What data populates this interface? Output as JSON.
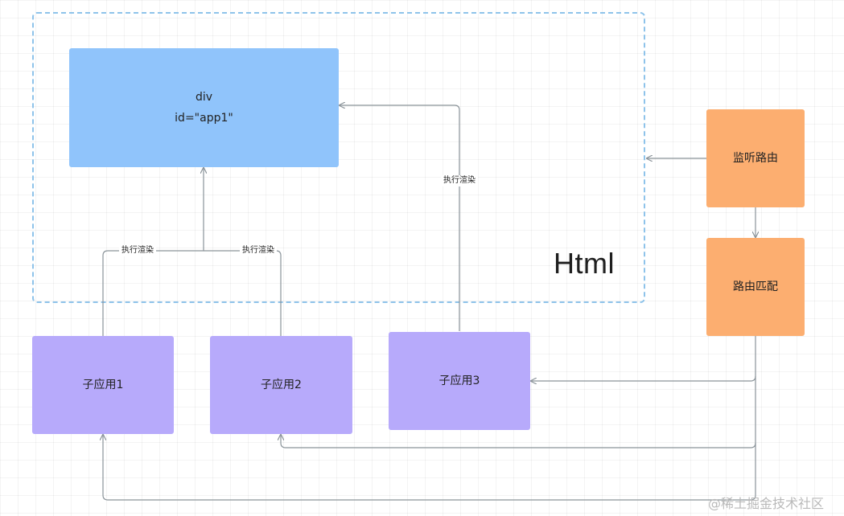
{
  "container": {
    "label": "Html"
  },
  "nodes": {
    "div_box": {
      "line1": "div",
      "line2": "id=\"app1\""
    },
    "listen_route": "监听路由",
    "route_match": "路由匹配",
    "sub_app_1": "子应用1",
    "sub_app_2": "子应用2",
    "sub_app_3": "子应用3"
  },
  "edges": {
    "render_label_1": "执行渲染",
    "render_label_2": "执行渲染",
    "render_label_3": "执行渲染"
  },
  "colors": {
    "blue_box": "#90c4fb",
    "purple_box": "#b7aafb",
    "orange_box": "#fcae70",
    "frame_border": "#8ec3ea",
    "connector": "#8a9399"
  },
  "watermark": "@稀土掘金技术社区"
}
